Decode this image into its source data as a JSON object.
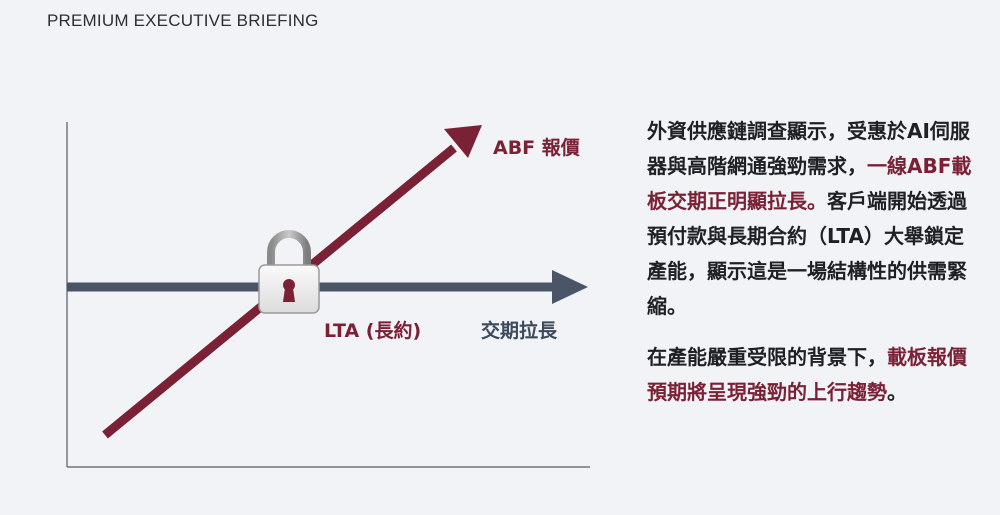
{
  "header": {
    "title": "PREMIUM EXECUTIVE BRIEFING"
  },
  "diagram": {
    "price_label": "ABF 報價",
    "lta_label": "LTA (長約)",
    "leadtime_label": "交期拉長"
  },
  "colors": {
    "maroon": "#7b2136",
    "slate": "#4a5668",
    "text": "#1e2024",
    "background": "#f1f3f6"
  },
  "icons": [
    "lock-icon",
    "keyhole-icon"
  ],
  "text": {
    "p1_a": "外資供應鏈調查顯示，受惠於AI伺服器與高階網通強勁需求，",
    "p1_b": "一線ABF載板交期正明顯拉長。",
    "p1_c": "客戶端開始透過預付款與長期合約（LTA）大舉鎖定產能，顯示這是一場結構性的供需緊縮。",
    "p2_a": "在產能嚴重受限的背景下，",
    "p2_b": "載板報價預期將呈現強勁的上行趨勢",
    "p2_c": "。"
  }
}
